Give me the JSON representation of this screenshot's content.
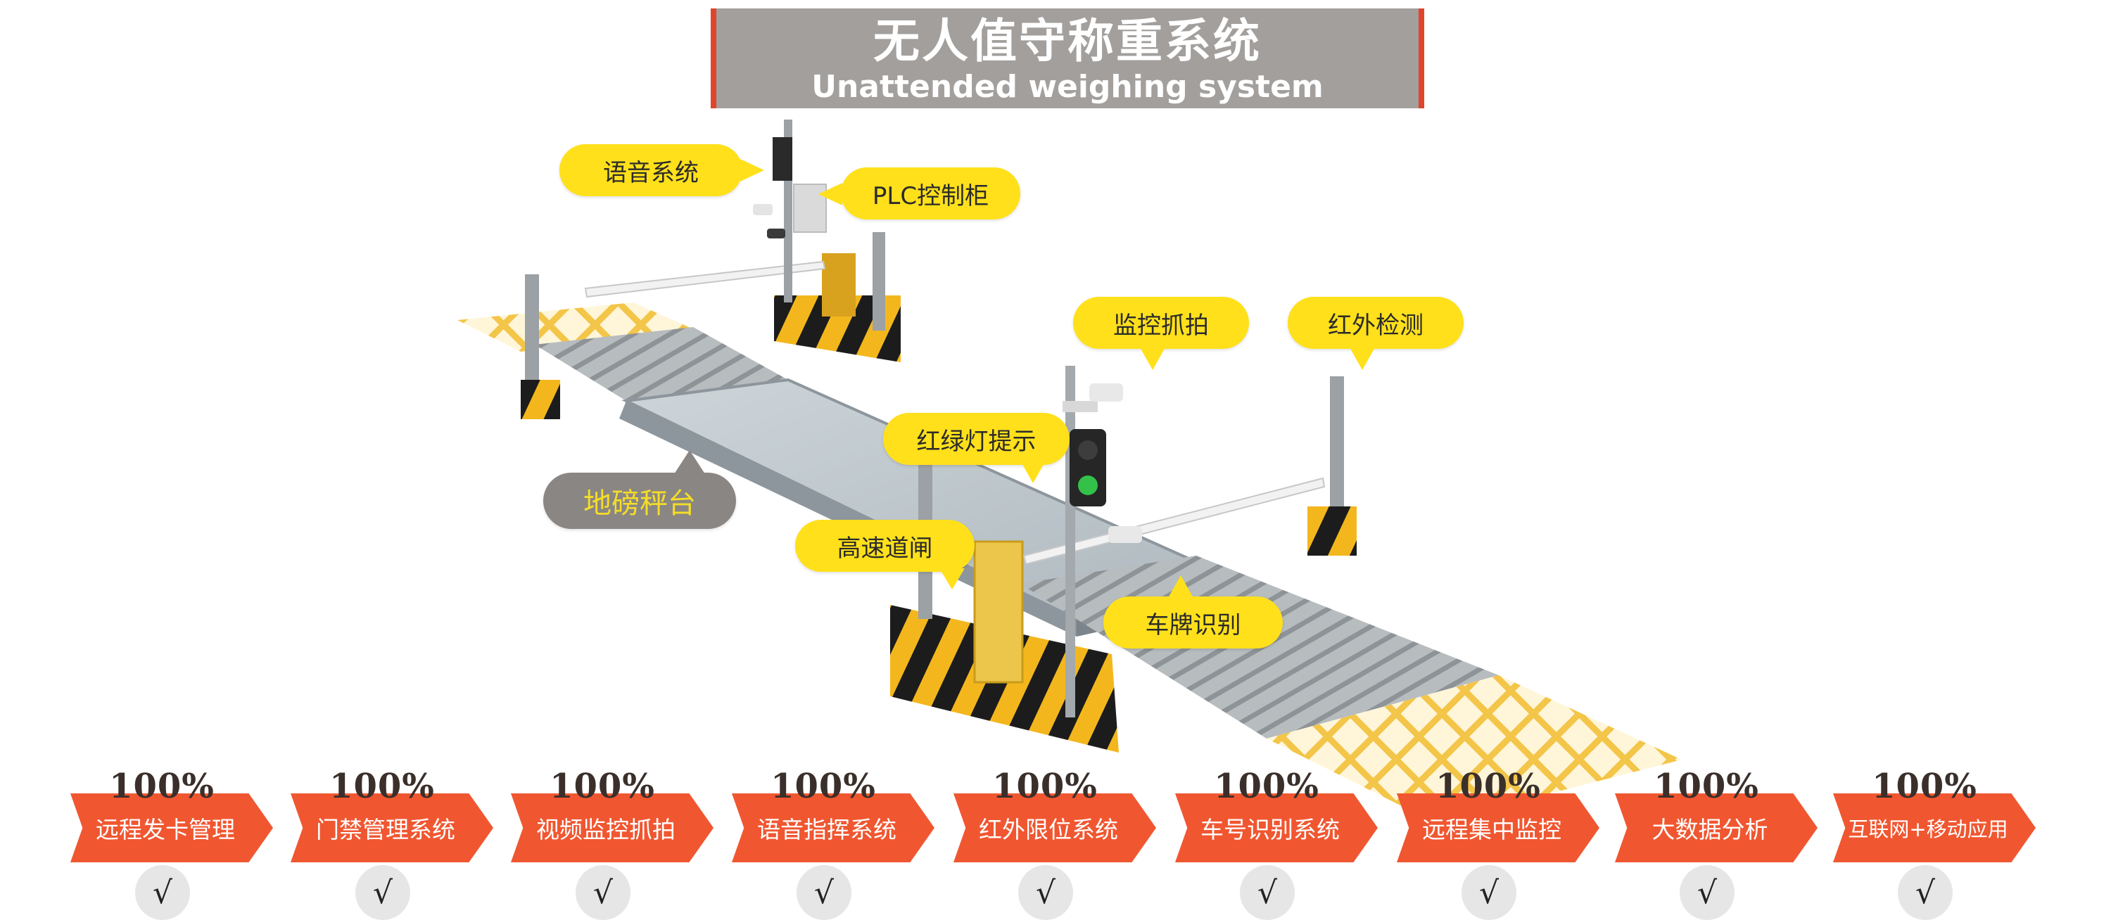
{
  "title": {
    "zh": "无人值守称重系统",
    "en": "Unattended weighing system"
  },
  "callouts": {
    "voice_system": "语音系统",
    "plc_cabinet": "PLC控制柜",
    "monitor_capture": "监控抓拍",
    "infrared_detection": "红外检测",
    "traffic_light_prompt": "红绿灯提示",
    "weighbridge_platform": "地磅秤台",
    "highway_barrier": "高速道闸",
    "plate_recognition": "车牌识别"
  },
  "features": [
    {
      "percent": "100%",
      "label": "远程发卡管理",
      "check": "√"
    },
    {
      "percent": "100%",
      "label": "门禁管理系统",
      "check": "√"
    },
    {
      "percent": "100%",
      "label": "视频监控抓拍",
      "check": "√"
    },
    {
      "percent": "100%",
      "label": "语音指挥系统",
      "check": "√"
    },
    {
      "percent": "100%",
      "label": "红外限位系统",
      "check": "√"
    },
    {
      "percent": "100%",
      "label": "车号识别系统",
      "check": "√"
    },
    {
      "percent": "100%",
      "label": "远程集中监控",
      "check": "√"
    },
    {
      "percent": "100%",
      "label": "大数据分析",
      "check": "√"
    },
    {
      "percent": "100%",
      "label": "互联网+移动应用",
      "check": "√"
    }
  ],
  "colors": {
    "callout_yellow": "#ffe01b",
    "banner_grey": "#a29f9d",
    "accent_red": "#e0452b",
    "feature_orange": "#f05731",
    "hazard_yellow": "#f3b71d",
    "hazard_black": "#1c1c1c"
  }
}
